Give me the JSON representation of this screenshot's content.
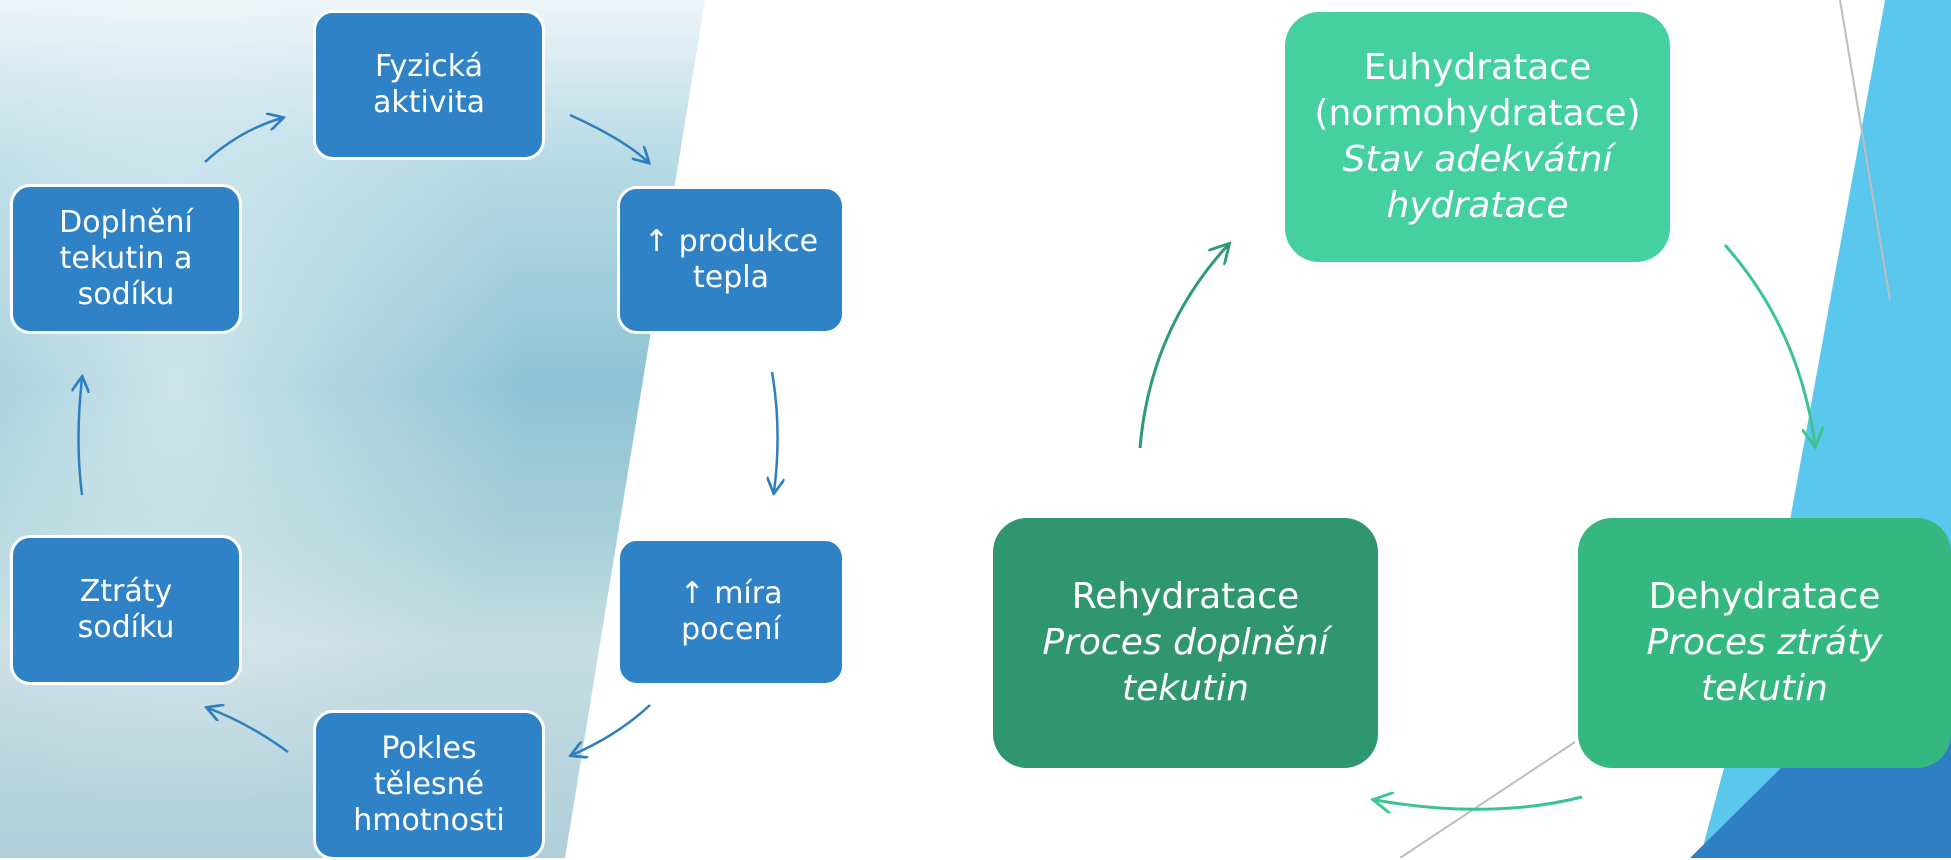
{
  "left_cycle": {
    "nodes": [
      {
        "text": "Fyzická\naktivita"
      },
      {
        "text": "↑ produkce\ntepla"
      },
      {
        "text": "↑ míra\npocení"
      },
      {
        "text": "Pokles\ntělesné\nhmotnosti"
      },
      {
        "text": "Ztráty\nsodíku"
      },
      {
        "text": "Doplnění\ntekutin a\nsodíku"
      }
    ]
  },
  "right_cycle": {
    "nodes": [
      {
        "title": "Euhydratace\n(normohydratace)",
        "subtitle": "Stav adekvátní\nhydratace"
      },
      {
        "title": "Dehydratace",
        "subtitle": "Proces ztráty\ntekutin"
      },
      {
        "title": "Rehydratace",
        "subtitle": "Proces doplnění\ntekutin"
      }
    ]
  },
  "colors": {
    "left_box": "#2f82c6",
    "left_arrow": "#2f7fc0",
    "euhydratace": "#45d0a0",
    "dehydratace": "#35b880",
    "rehydratace": "#2f9670",
    "right_arrow_1": "#2e9b72",
    "right_arrow_2": "#3cc48f",
    "accent_shape": "#5ac8ec"
  }
}
